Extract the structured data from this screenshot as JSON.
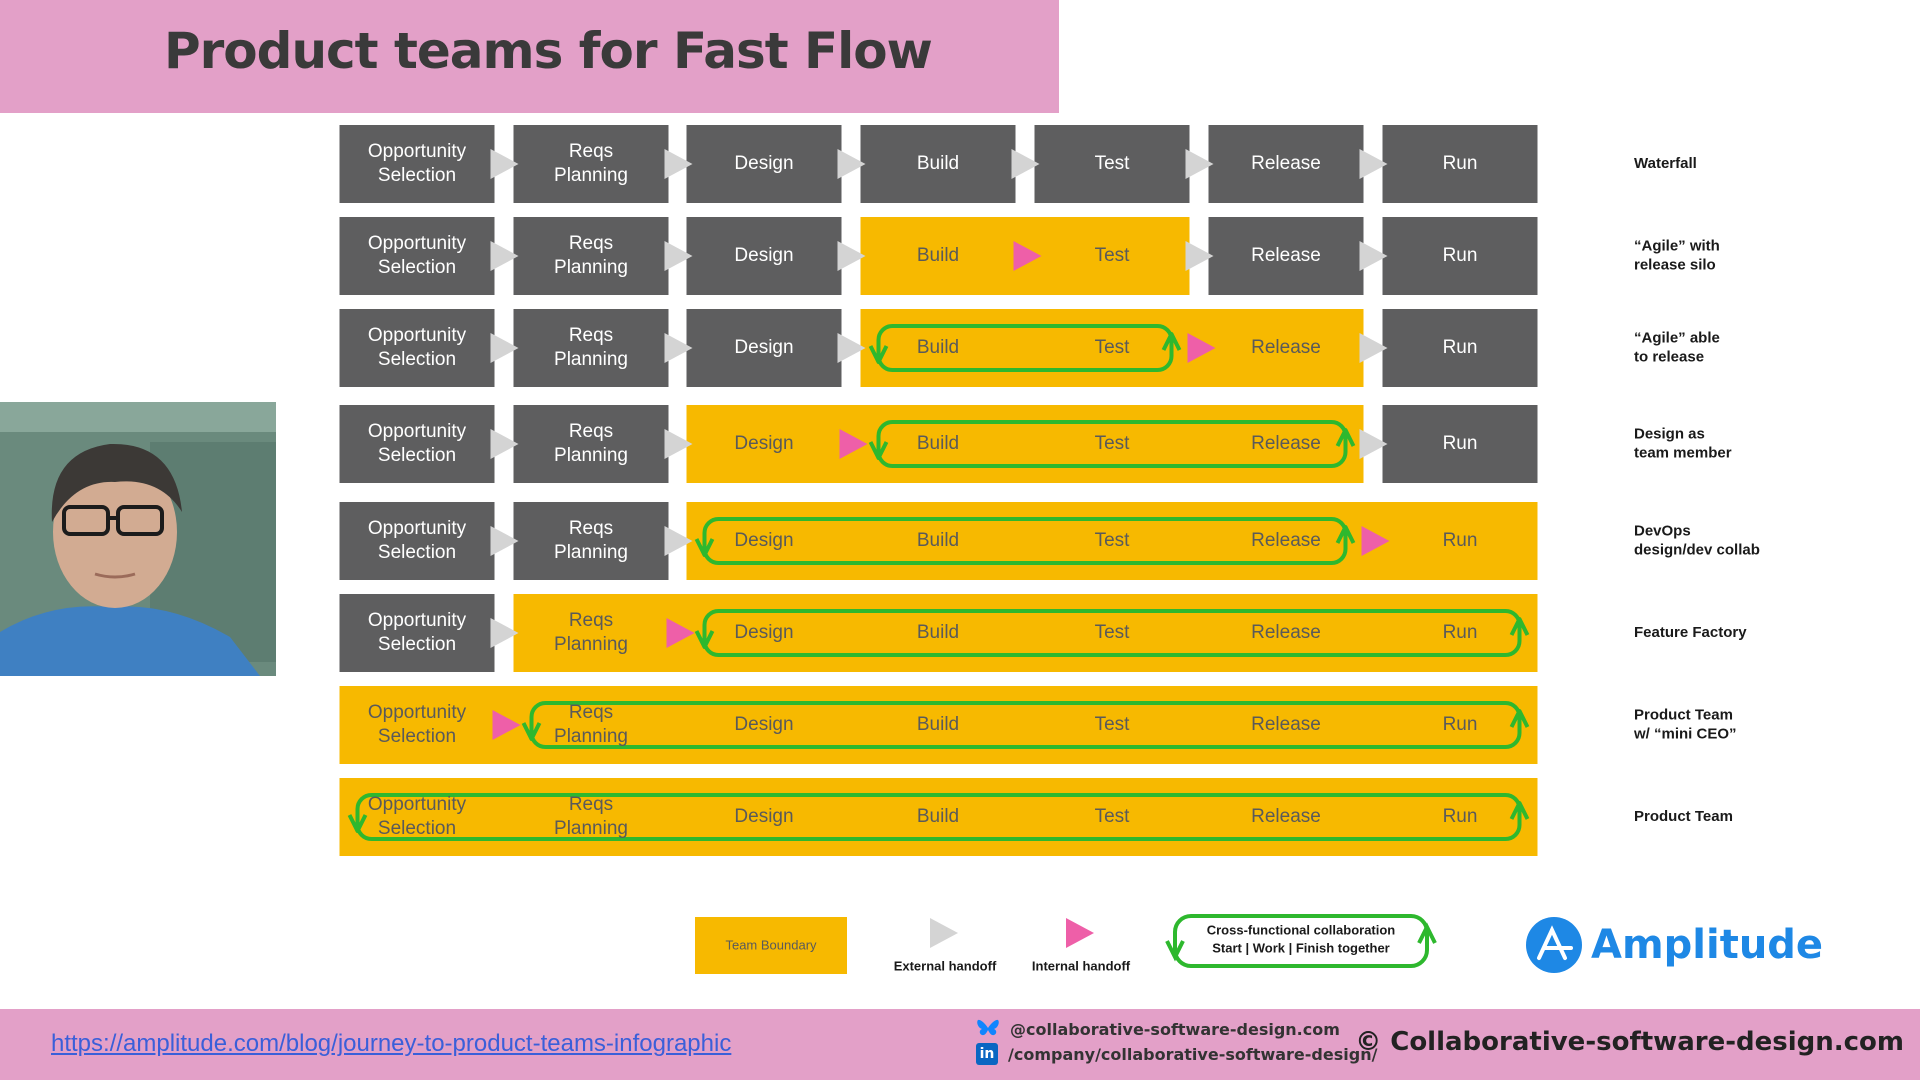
{
  "title": "Product teams for Fast Flow",
  "stages": [
    "Opportunity\nSelection",
    "Reqs\nPlanning",
    "Design",
    "Build",
    "Test",
    "Release",
    "Run"
  ],
  "rows": [
    {
      "label": "Waterfall",
      "team": null,
      "internal": [],
      "loop": null
    },
    {
      "label": "“Agile” with\nrelease silo",
      "team": [
        3,
        4
      ],
      "internal": [
        3
      ],
      "loop": null
    },
    {
      "label": "“Agile” able\nto release",
      "team": [
        3,
        5
      ],
      "internal": [
        4
      ],
      "loop": [
        3,
        4
      ]
    },
    {
      "label": "Design as\nteam member",
      "team": [
        2,
        5
      ],
      "internal": [
        2
      ],
      "loop": [
        3,
        5
      ]
    },
    {
      "label": "DevOps\ndesign/dev collab",
      "team": [
        2,
        6
      ],
      "internal": [
        5
      ],
      "loop": [
        2,
        5
      ]
    },
    {
      "label": "Feature Factory",
      "team": [
        1,
        6
      ],
      "internal": [
        1
      ],
      "loop": [
        2,
        6
      ]
    },
    {
      "label": "Product Team\nw/ “mini CEO”",
      "team": [
        0,
        6
      ],
      "internal": [
        0
      ],
      "loop": [
        1,
        6
      ]
    },
    {
      "label": "Product Team",
      "team": [
        0,
        6
      ],
      "internal": [],
      "loop": [
        0,
        6
      ]
    }
  ],
  "legend": {
    "team_boundary": "Team Boundary",
    "external_handoff": "External handoff",
    "internal_handoff": "Internal handoff",
    "collab_line1": "Cross-functional collaboration",
    "collab_line2": "Start | Work | Finish together"
  },
  "logo_text": "Amplitude",
  "footer": {
    "link": "https://amplitude.com/blog/journey-to-product-teams-infographic",
    "bluesky": "@collaborative-software-design.com",
    "linkedin": "/company/collaborative-software-design/",
    "copyright": "© Collaborative-software-design.com"
  },
  "colors": {
    "dark_box": "#5e5e5f",
    "team_fill": "#f7b900",
    "gray_text": "#5a5a5a",
    "external_arrow": "#d4d4d4",
    "internal_arrow": "#ee5fa8",
    "loop": "#2eb82e",
    "pink_band": "#e3a0c8"
  }
}
